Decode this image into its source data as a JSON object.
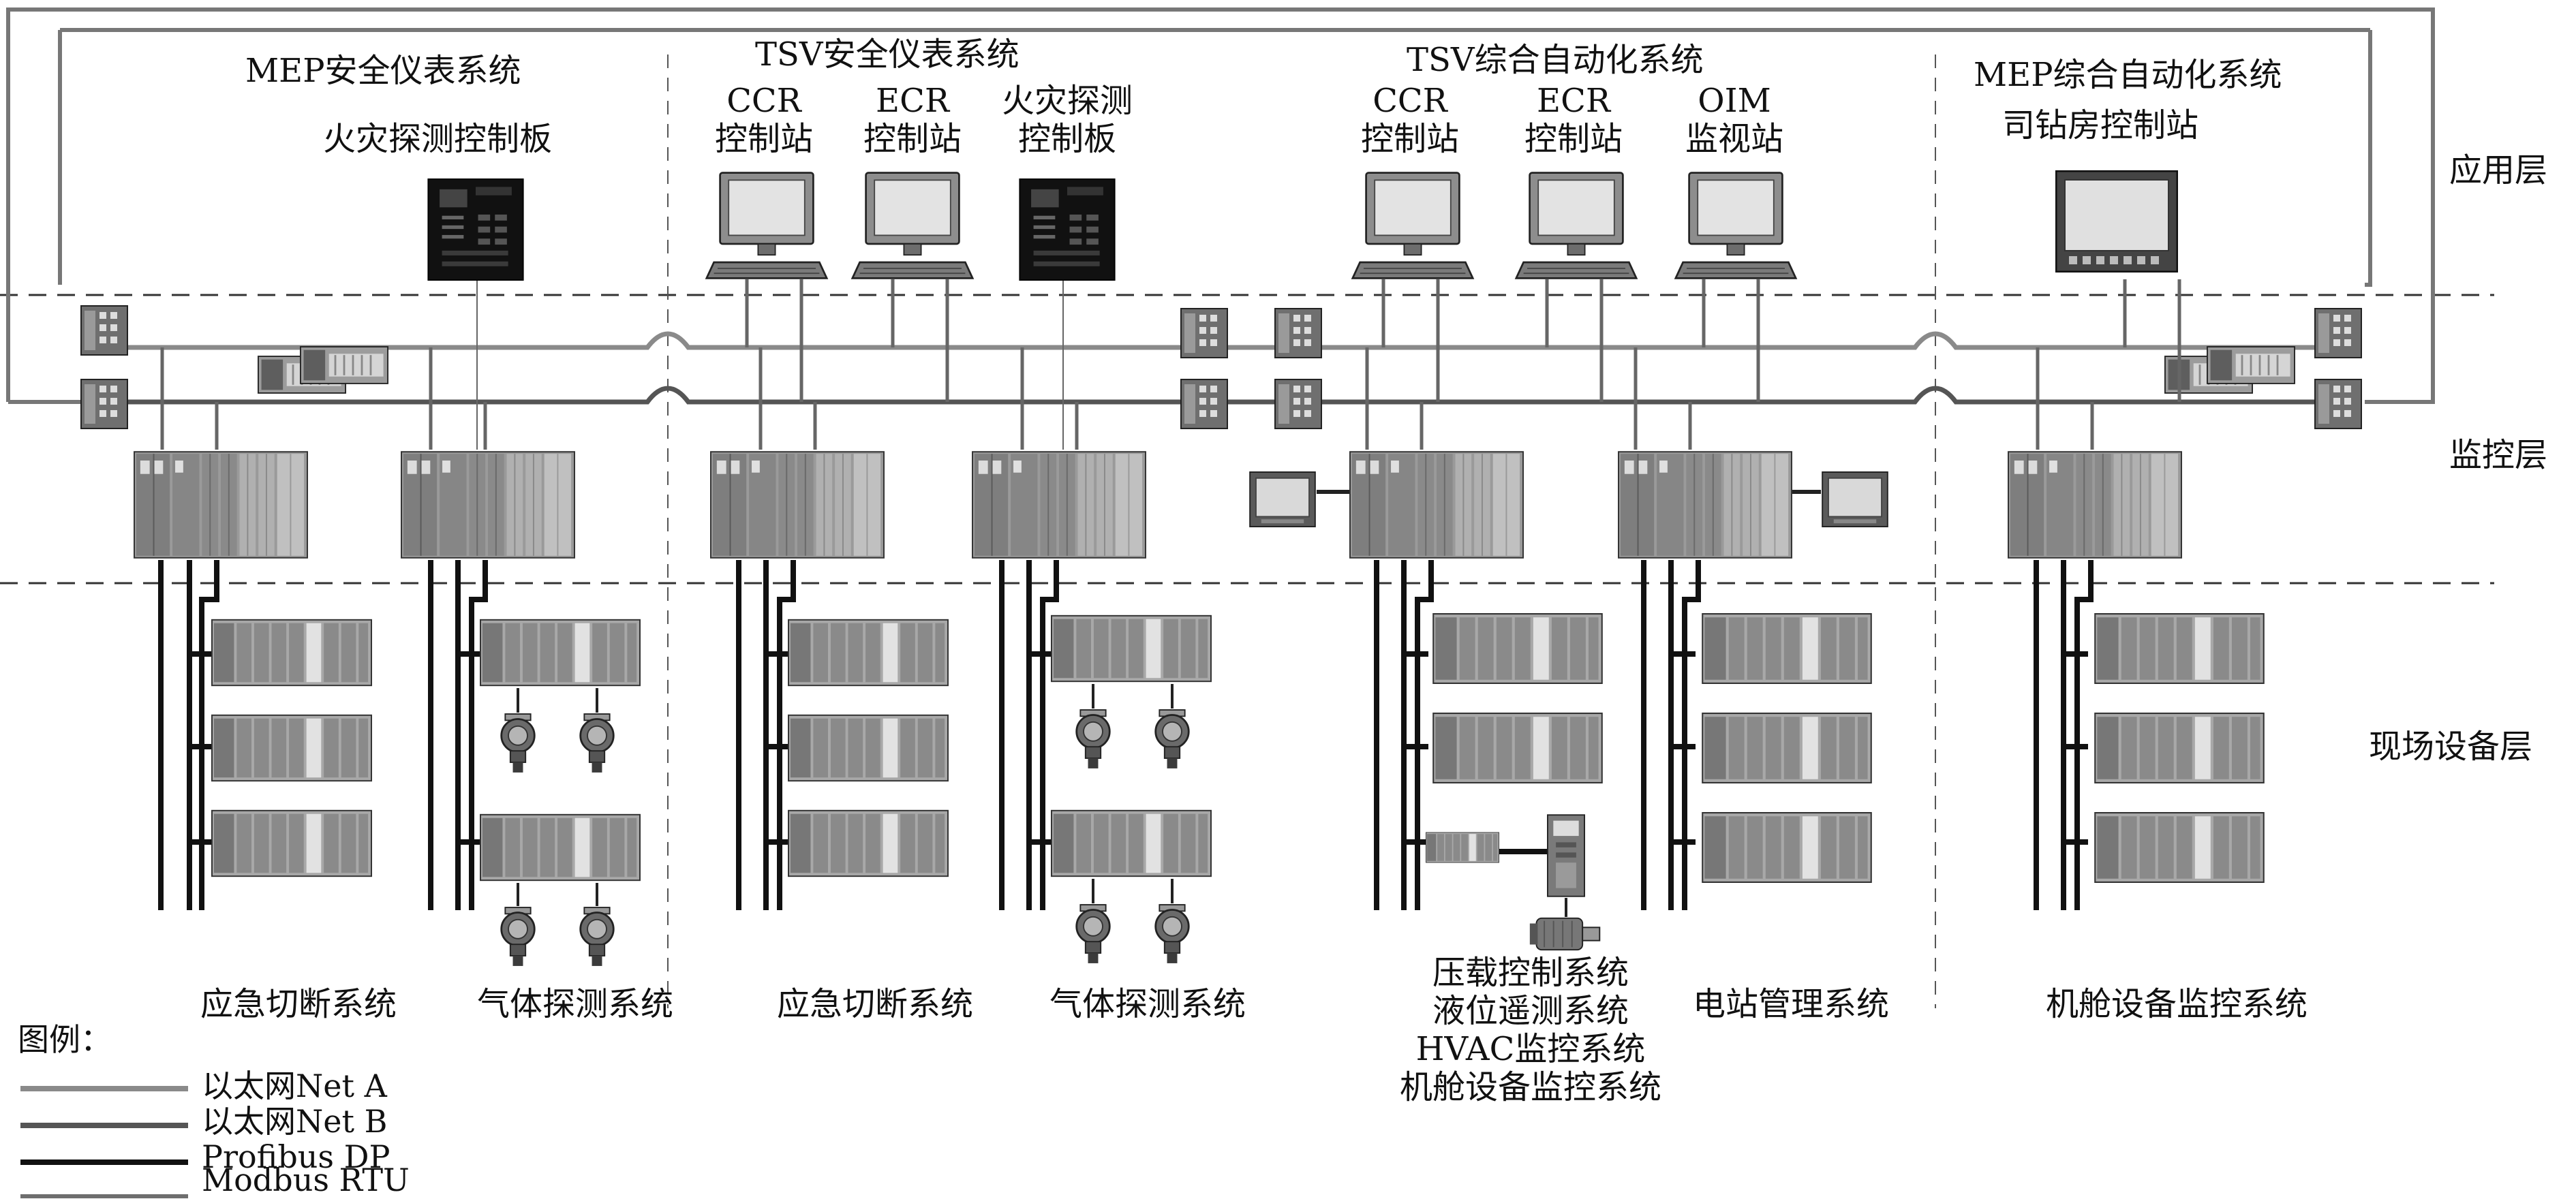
{
  "layers": {
    "application": "应用层",
    "monitoring": "监控层",
    "field": "现场设备层"
  },
  "groups": {
    "mep_sis": {
      "title": "MEP安全仪表系统",
      "fire_panel": "火灾探测控制板"
    },
    "tsv_sis": {
      "title": "TSV安全仪表系统",
      "ccr_line1": "CCR",
      "ccr_line2": "控制站",
      "ecr_line1": "ECR",
      "ecr_line2": "控制站",
      "fire_line1": "火灾探测",
      "fire_line2": "控制板"
    },
    "tsv_auto": {
      "title": "TSV综合自动化系统",
      "ccr_line1": "CCR",
      "ccr_line2": "控制站",
      "ecr_line1": "ECR",
      "ecr_line2": "控制站",
      "oim_line1": "OIM",
      "oim_line2": "监视站"
    },
    "mep_auto": {
      "title": "MEP综合自动化系统",
      "driller": "司钻房控制站"
    }
  },
  "bottom_labels": {
    "esd1": "应急切断系统",
    "gas1": "气体探测系统",
    "esd2": "应急切断系统",
    "gas2": "气体探测系统",
    "ballast": [
      "压载控制系统",
      "液位遥测系统",
      "HVAC监控系统",
      "机舱设备监控系统"
    ],
    "power": "电站管理系统",
    "engine": "机舱设备监控系统"
  },
  "legend": {
    "title": "图例：",
    "items": [
      {
        "label": "以太网Net A",
        "color": "#8a8a8a"
      },
      {
        "label": "以太网Net B",
        "color": "#555555"
      },
      {
        "label": "Profibus DP",
        "color": "#111111"
      },
      {
        "label": "Modbus RTU",
        "color": "#6e6e6e"
      }
    ]
  }
}
